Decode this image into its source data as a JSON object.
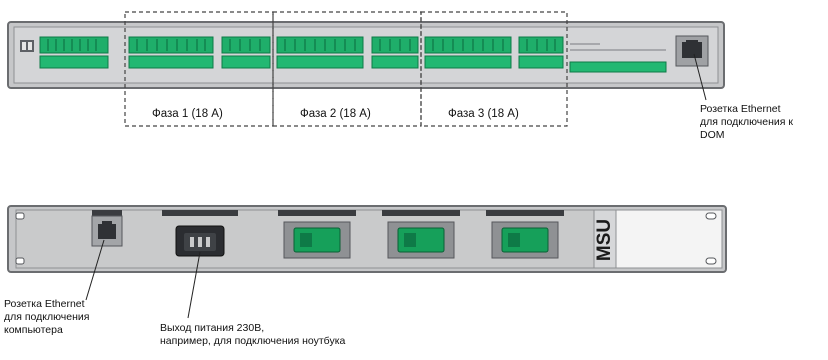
{
  "top_panel": {
    "phase_labels": [
      "Фаза 1 (18 А)",
      "Фаза 2 (18 А)",
      "Фаза 3 (18 А)"
    ]
  },
  "annotations": {
    "ethernet_dom": [
      "Розетка Ethernet",
      "для подключения к",
      "DOM"
    ],
    "ethernet_pc": [
      "Розетка Ethernet",
      "для подключения",
      "компьютера"
    ],
    "power_out": [
      "Выход питания 230В,",
      "например, для подключения ноутбука"
    ]
  },
  "bottom_panel": {
    "brand": "MSU"
  },
  "colors": {
    "panel": "#c9cacb",
    "panel_edge": "#6b6d70",
    "terminal_green": "#1fae6a",
    "switch_green": "#16a05a",
    "dashed": "#444444"
  }
}
